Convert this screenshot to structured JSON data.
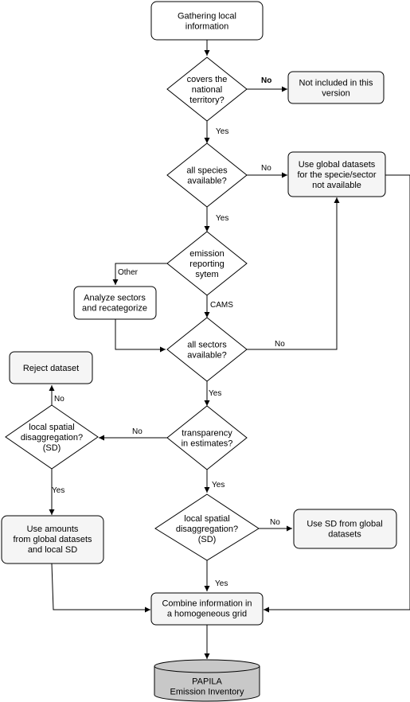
{
  "colors": {
    "start_fill": "#ffffff",
    "decision_fill": "#ffffff",
    "process_fill": "#f5f5f5",
    "database_fill": "#c8c8c8",
    "stroke": "#000000",
    "text": "#000000"
  },
  "nodes": {
    "gathering": {
      "lines": [
        "Gathering local",
        "information"
      ]
    },
    "covers": {
      "lines": [
        "covers the",
        "national",
        "territory?"
      ]
    },
    "not_included": {
      "lines": [
        "Not included in this",
        "version"
      ]
    },
    "species": {
      "lines": [
        "all species",
        "available?"
      ]
    },
    "use_global": {
      "lines": [
        "Use global datasets",
        "for the specie/sector",
        "not available"
      ]
    },
    "reporting": {
      "lines": [
        "emission",
        "reporting",
        "sytem"
      ]
    },
    "analyze": {
      "lines": [
        "Analyze sectors",
        "and recategorize"
      ]
    },
    "sectors": {
      "lines": [
        "all sectors",
        "available?"
      ]
    },
    "reject": {
      "lines": [
        "Reject dataset"
      ]
    },
    "local_sd_left": {
      "lines": [
        "local spatial",
        "disaggregation?",
        "(SD)"
      ]
    },
    "transparency": {
      "lines": [
        "transparency",
        "in estimates?"
      ]
    },
    "use_amounts": {
      "lines": [
        "Use amounts",
        "from global datasets",
        "and local SD"
      ]
    },
    "local_sd_center": {
      "lines": [
        "local spatial",
        "disaggregation?",
        "(SD)"
      ]
    },
    "use_sd_global": {
      "lines": [
        "Use SD from global",
        "datasets"
      ]
    },
    "combine": {
      "lines": [
        "Combine information in",
        "a homogeneous grid"
      ]
    },
    "papila": {
      "lines": [
        "PAPILA",
        "Emission Inventory"
      ]
    }
  },
  "edge_labels": {
    "covers_no": "No",
    "covers_yes": "Yes",
    "species_no": "No",
    "species_yes": "Yes",
    "reporting_other": "Other",
    "reporting_cams": "CAMS",
    "sectors_no": "No",
    "sectors_yes": "Yes",
    "transparency_no": "No",
    "transparency_yes": "Yes",
    "left_sd_no": "No",
    "left_sd_yes": "Yes",
    "center_sd_no": "No",
    "center_sd_yes": "Yes"
  }
}
